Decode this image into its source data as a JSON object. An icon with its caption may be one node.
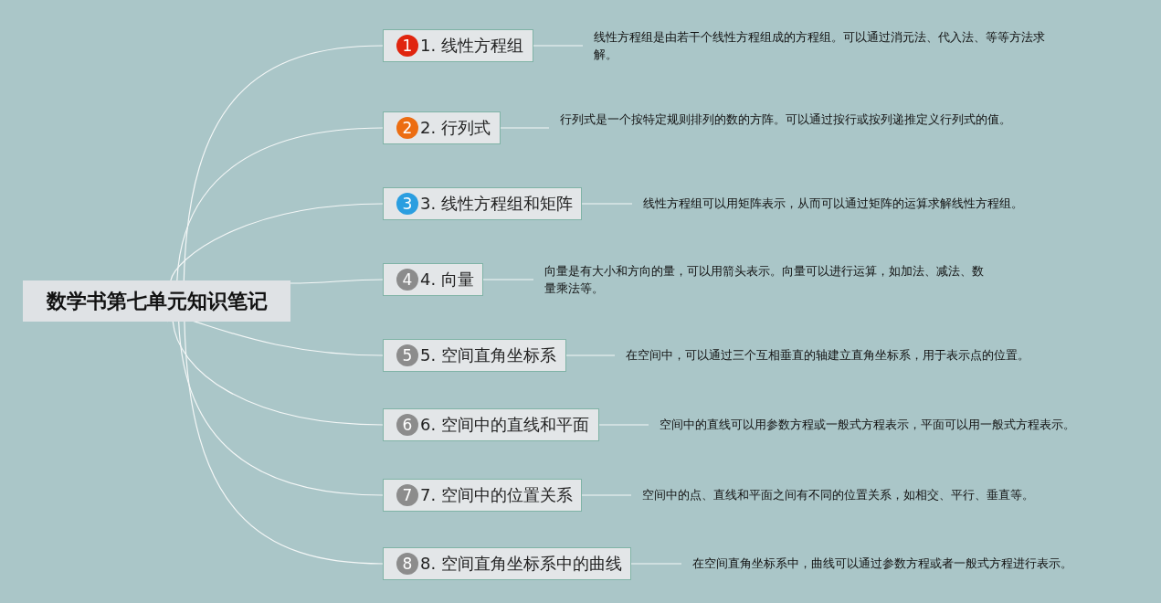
{
  "diagram": {
    "nodes": [
      {
        "text": [
          "数学书第七单元知识笔记"
        ]
      },
      {
        "text": [
          "1",
          "1. 线性方程组"
        ]
      },
      {
        "text": [
          "线性方程组是由若干个线性方程组成的方程组。可以通过消元法、代入法、等等方法求解。"
        ]
      },
      {
        "text": [
          "2",
          "2. 行列式"
        ]
      },
      {
        "text": [
          "行列式是一个按特定规则排列的数的方阵。可以通过按行或按列递推定义行列式的值。"
        ]
      },
      {
        "text": [
          "3",
          "3. 线性方程组和矩阵"
        ]
      },
      {
        "text": [
          "线性方程组可以用矩阵表示，从而可以通过矩阵的运算求解线性方程组。"
        ]
      },
      {
        "text": [
          "4",
          "4. 向量"
        ]
      },
      {
        "text": [
          "向量是有大小和方向的量，可以用箭头表示。向量可以进行运算，如加法、减法、数量乘法等。"
        ]
      },
      {
        "text": [
          "5",
          "5. 空间直角坐标系"
        ]
      },
      {
        "text": [
          "在空间中，可以通过三个互相垂直的轴建立直角坐标系，用于表示点的位置。"
        ]
      },
      {
        "text": [
          "6",
          "6. 空间中的直线和平面"
        ]
      },
      {
        "text": [
          "空间中的直线可以用参数方程或一般式方程表示，平面可以用一般式方程表示。"
        ]
      },
      {
        "text": [
          "7",
          "7. 空间中的位置关系"
        ]
      },
      {
        "text": [
          "空间中的点、直线和平面之间有不同的位置关系，如相交、平行、垂直等。"
        ]
      },
      {
        "text": [
          "8",
          "8. 空间直角坐标系中的曲线"
        ]
      },
      {
        "text": [
          "在空间直角坐标系中，曲线可以通过参数方程或者一般式方程进行表示。"
        ]
      }
    ],
    "edges": [
      {
        "from": 0,
        "to": 1,
        "arrow": "none"
      },
      {
        "from": 1,
        "to": 2,
        "arrow": "none"
      },
      {
        "from": 0,
        "to": 3,
        "arrow": "none"
      },
      {
        "from": 3,
        "to": 4,
        "arrow": "none"
      },
      {
        "from": 0,
        "to": 5,
        "arrow": "none"
      },
      {
        "from": 5,
        "to": 6,
        "arrow": "none"
      },
      {
        "from": 0,
        "to": 7,
        "arrow": "none"
      },
      {
        "from": 7,
        "to": 8,
        "arrow": "none"
      },
      {
        "from": 0,
        "to": 9,
        "arrow": "none"
      },
      {
        "from": 9,
        "to": 10,
        "arrow": "none"
      },
      {
        "from": 0,
        "to": 11,
        "arrow": "none"
      },
      {
        "from": 11,
        "to": 12,
        "arrow": "none"
      },
      {
        "from": 0,
        "to": 13,
        "arrow": "none"
      },
      {
        "from": 13,
        "to": 14,
        "arrow": "none"
      },
      {
        "from": 0,
        "to": 15,
        "arrow": "none"
      },
      {
        "from": 15,
        "to": 16,
        "arrow": "none"
      }
    ]
  }
}
